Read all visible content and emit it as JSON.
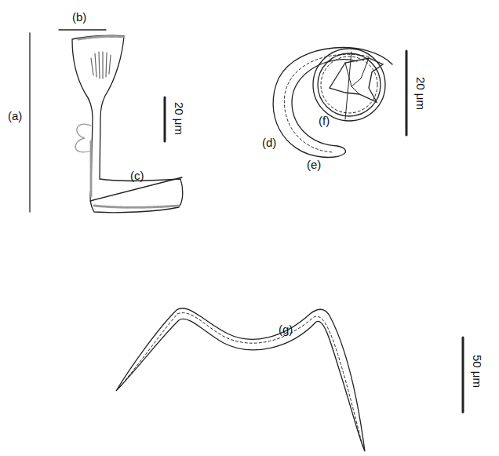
{
  "diagram": {
    "labels": [
      "(a)",
      "(b)",
      "(c)",
      "20 μm",
      "(d)",
      "(e)",
      "(f)",
      "20 μm",
      "(g)",
      "50 μm"
    ]
  }
}
